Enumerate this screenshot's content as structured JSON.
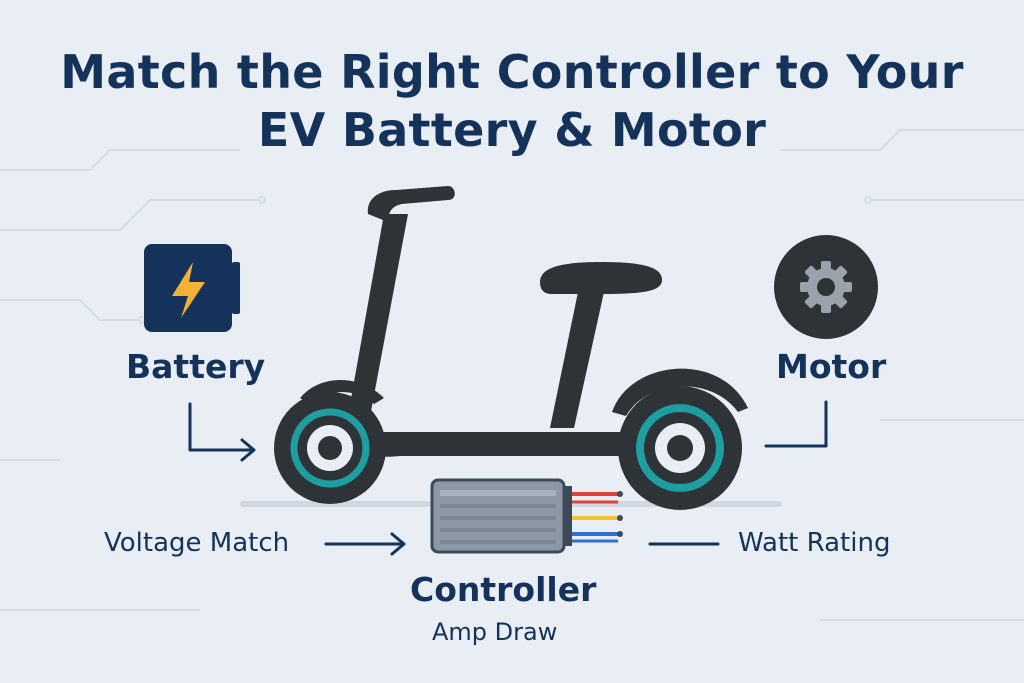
{
  "title_line1": "Match the Right Controller to Your",
  "title_line2": "EV Battery & Motor",
  "labels": {
    "battery": "Battery",
    "motor": "Motor",
    "controller": "Controller",
    "amp_draw": "Amp Draw",
    "voltage_match": "Voltage Match",
    "watt_rating": "Watt Rating"
  },
  "icons": {
    "battery": "lightning-bolt-icon",
    "motor": "gear-icon"
  },
  "colors": {
    "background": "#e8eef4",
    "text": "#14325a",
    "scooter_body": "#2e3338",
    "wheel_accent": "#1e9ea0",
    "battery_box": "#14325a",
    "lightning": "#f2b233",
    "wire_red": "#e0413a",
    "wire_yellow": "#f0c52c",
    "wire_blue": "#2f6fd6"
  }
}
